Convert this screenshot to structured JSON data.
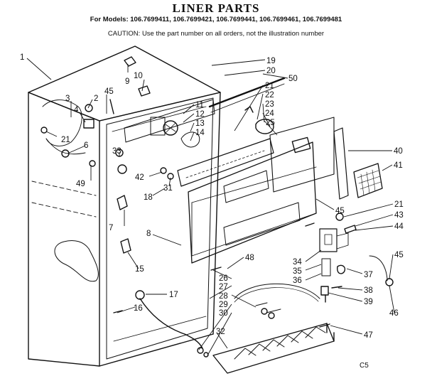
{
  "header": {
    "title": "LINER PARTS",
    "models": "For Models: 106.7699411, 106.7699421, 106.7699441, 106.7699461, 106.7699481",
    "caution": "CAUTION: Use the part number on all orders, not the illustration number"
  },
  "callouts": [
    {
      "id": "c1",
      "label": "1"
    },
    {
      "id": "c2",
      "label": "2"
    },
    {
      "id": "c3",
      "label": "3"
    },
    {
      "id": "c4",
      "label": "4"
    },
    {
      "id": "c45a",
      "label": "45"
    },
    {
      "id": "c9",
      "label": "9"
    },
    {
      "id": "c10",
      "label": "10"
    },
    {
      "id": "c21a",
      "label": "21"
    },
    {
      "id": "c6",
      "label": "6"
    },
    {
      "id": "c49",
      "label": "49"
    },
    {
      "id": "c33",
      "label": "33"
    },
    {
      "id": "c42",
      "label": "42"
    },
    {
      "id": "c31",
      "label": "31"
    },
    {
      "id": "c18",
      "label": "18"
    },
    {
      "id": "c7",
      "label": "7"
    },
    {
      "id": "c8",
      "label": "8"
    },
    {
      "id": "c15",
      "label": "15"
    },
    {
      "id": "c17",
      "label": "17"
    },
    {
      "id": "c16",
      "label": "16"
    },
    {
      "id": "c19",
      "label": "19"
    },
    {
      "id": "c20",
      "label": "20"
    },
    {
      "id": "c50",
      "label": "50"
    },
    {
      "id": "c21b",
      "label": "21"
    },
    {
      "id": "c22",
      "label": "22"
    },
    {
      "id": "c23",
      "label": "23"
    },
    {
      "id": "c24",
      "label": "24"
    },
    {
      "id": "c25",
      "label": "25"
    },
    {
      "id": "c11",
      "label": "11"
    },
    {
      "id": "c12",
      "label": "12"
    },
    {
      "id": "c13",
      "label": "13"
    },
    {
      "id": "c14",
      "label": "14"
    },
    {
      "id": "c40",
      "label": "40"
    },
    {
      "id": "c41",
      "label": "41"
    },
    {
      "id": "c45b",
      "label": "45"
    },
    {
      "id": "c21c",
      "label": "21"
    },
    {
      "id": "c43",
      "label": "43"
    },
    {
      "id": "c44",
      "label": "44"
    },
    {
      "id": "c48",
      "label": "48"
    },
    {
      "id": "c34",
      "label": "34"
    },
    {
      "id": "c35",
      "label": "35"
    },
    {
      "id": "c36",
      "label": "36"
    },
    {
      "id": "c45c",
      "label": "45"
    },
    {
      "id": "c37",
      "label": "37"
    },
    {
      "id": "c38",
      "label": "38"
    },
    {
      "id": "c39",
      "label": "39"
    },
    {
      "id": "c46",
      "label": "46"
    },
    {
      "id": "c26",
      "label": "26"
    },
    {
      "id": "c27",
      "label": "27"
    },
    {
      "id": "c28",
      "label": "28"
    },
    {
      "id": "c29",
      "label": "29"
    },
    {
      "id": "c30",
      "label": "30"
    },
    {
      "id": "c32",
      "label": "32"
    },
    {
      "id": "c47",
      "label": "47"
    }
  ],
  "figure_code": "C5"
}
